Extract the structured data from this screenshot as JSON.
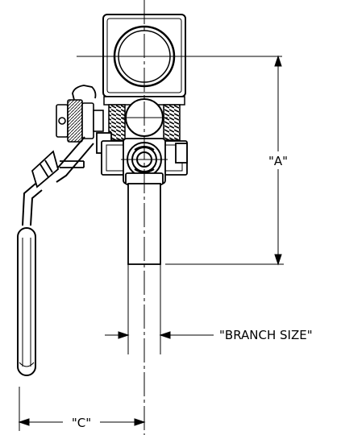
{
  "labels": {
    "dim_a": "\"A\"",
    "branch_size": "\"BRANCH SIZE\"",
    "dim_c": "\"C\""
  },
  "colors": {
    "line": "#000000",
    "background": "#ffffff"
  }
}
